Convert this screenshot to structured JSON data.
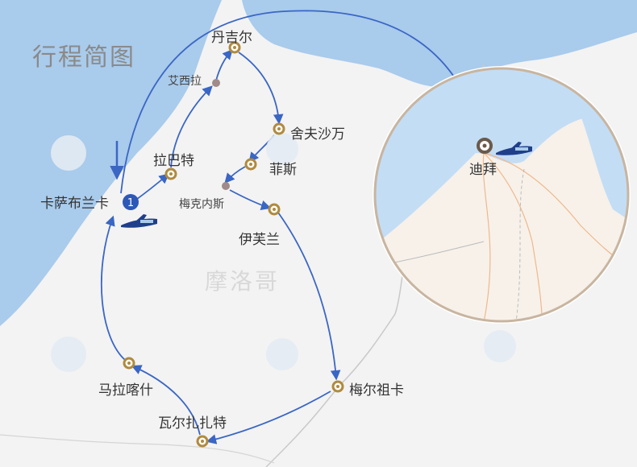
{
  "title": "行程简图",
  "country_label": "摩洛哥",
  "colors": {
    "sea": "#a9cbec",
    "land": "#f3f3f3",
    "route": "#3a66c4",
    "stop": "#b08a3e",
    "transit": "#a08a8a",
    "start": "#2d58b8",
    "inset_land": "#f7f1ea",
    "inset_sea": "#c3ddf5"
  },
  "cities": {
    "tangier": "丹吉尔",
    "tetouan": "艾西拉",
    "chefchaouen": "舍夫沙万",
    "fes": "菲斯",
    "meknes": "梅克内斯",
    "ifrane": "伊芙兰",
    "rabat": "拉巴特",
    "casablanca": "卡萨布兰卡",
    "marrakech": "马拉喀什",
    "ouarzazate": "瓦尔扎扎特",
    "merzouga": "梅尔祖卡",
    "dubai": "迪拜"
  },
  "start_marker": "1",
  "icons": [
    "plane-icon",
    "plane-icon-dubai",
    "watermark-logo"
  ]
}
